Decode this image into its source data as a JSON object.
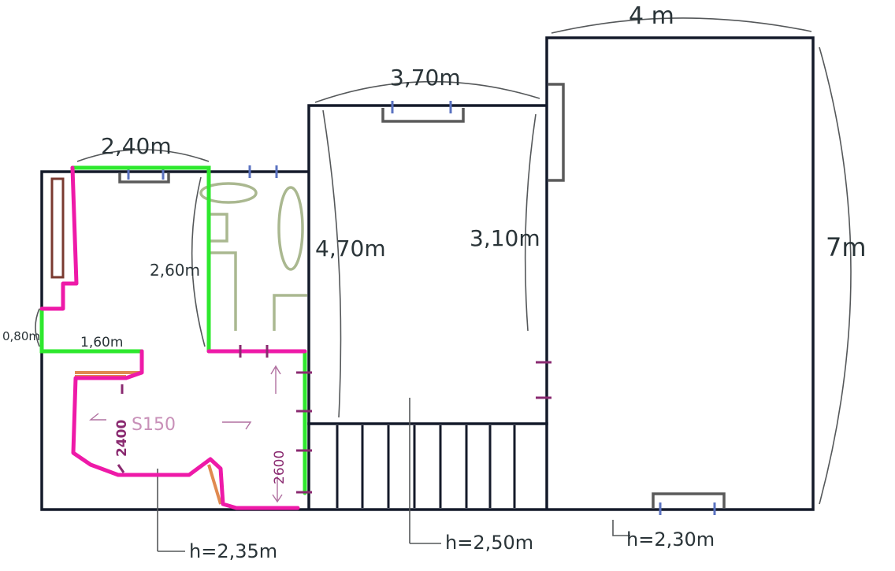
{
  "plan": {
    "dimensions": {
      "left_room_width": "2,40m",
      "middle_room_width": "3,70m",
      "right_room_width": "4 m",
      "right_room_length": "7m",
      "middle_room_depth": "3,10m",
      "bathroom_depth": "2,60m",
      "middle_wall": "4,70m",
      "left_offset": "0,80m",
      "left_step": "1,60m",
      "kitchen_run_a": "2400",
      "kitchen_run_b": "2600",
      "kitchen_model": "S150"
    },
    "heights": {
      "left": "h=2,35m",
      "middle": "h=2,50m",
      "right": "h=2,30m"
    }
  },
  "colors": {
    "wall": "#141a2a",
    "highlight_green": "#2ee82e",
    "highlight_pink": "#ee1aa8",
    "fixture": "#aab890"
  }
}
